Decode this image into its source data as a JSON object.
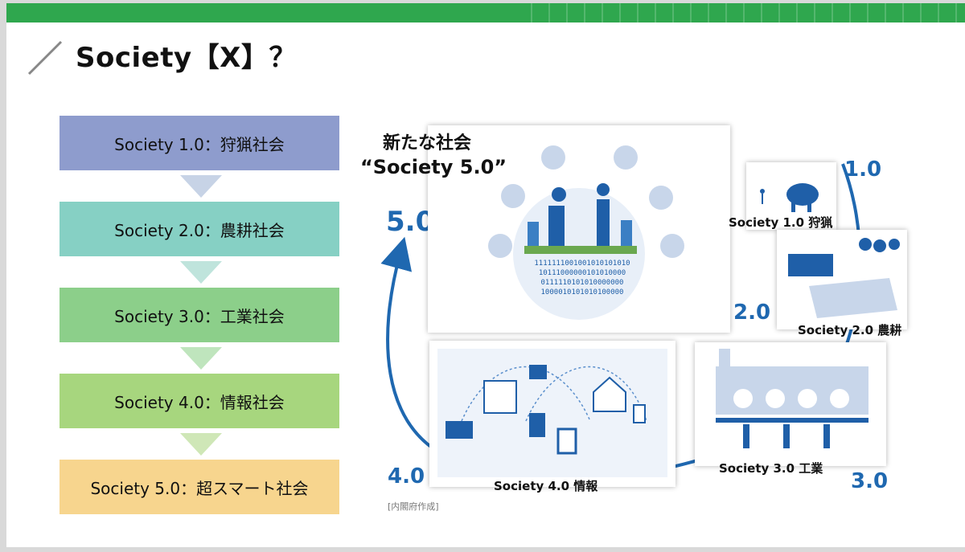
{
  "slide": {
    "title": "Society【X】？"
  },
  "steps": [
    {
      "label": "Society 1.0：狩猟社会",
      "color": "#8e9ccd"
    },
    {
      "label": "Society 2.0：農耕社会",
      "color": "#86d0c4"
    },
    {
      "label": "Society 3.0：工業社会",
      "color": "#8ccf8a"
    },
    {
      "label": "Society 4.0：情報社会",
      "color": "#a7d67e"
    },
    {
      "label": "Society 5.0：超スマート社会",
      "color": "#f7d58e"
    }
  ],
  "diagram": {
    "heading_line1": "新たな社会",
    "heading_line2": "“Society 5.0”",
    "numbers": {
      "n1": "1.0",
      "n2": "2.0",
      "n3": "3.0",
      "n4": "4.0",
      "n5": "5.0"
    },
    "labels": {
      "s1": "Society 1.0 狩猟",
      "s2": "Society 2.0 農耕",
      "s3": "Society 3.0 工業",
      "s4": "Society 4.0 情報"
    },
    "binary": [
      "1111111001001010101010",
      "10111000000101010000",
      "0111110101010000000",
      "1000010101010100000"
    ],
    "source": "[内閣府作成]"
  },
  "colors": {
    "accent_green": "#2fa74e",
    "diagram_blue": "#1f68b0"
  }
}
